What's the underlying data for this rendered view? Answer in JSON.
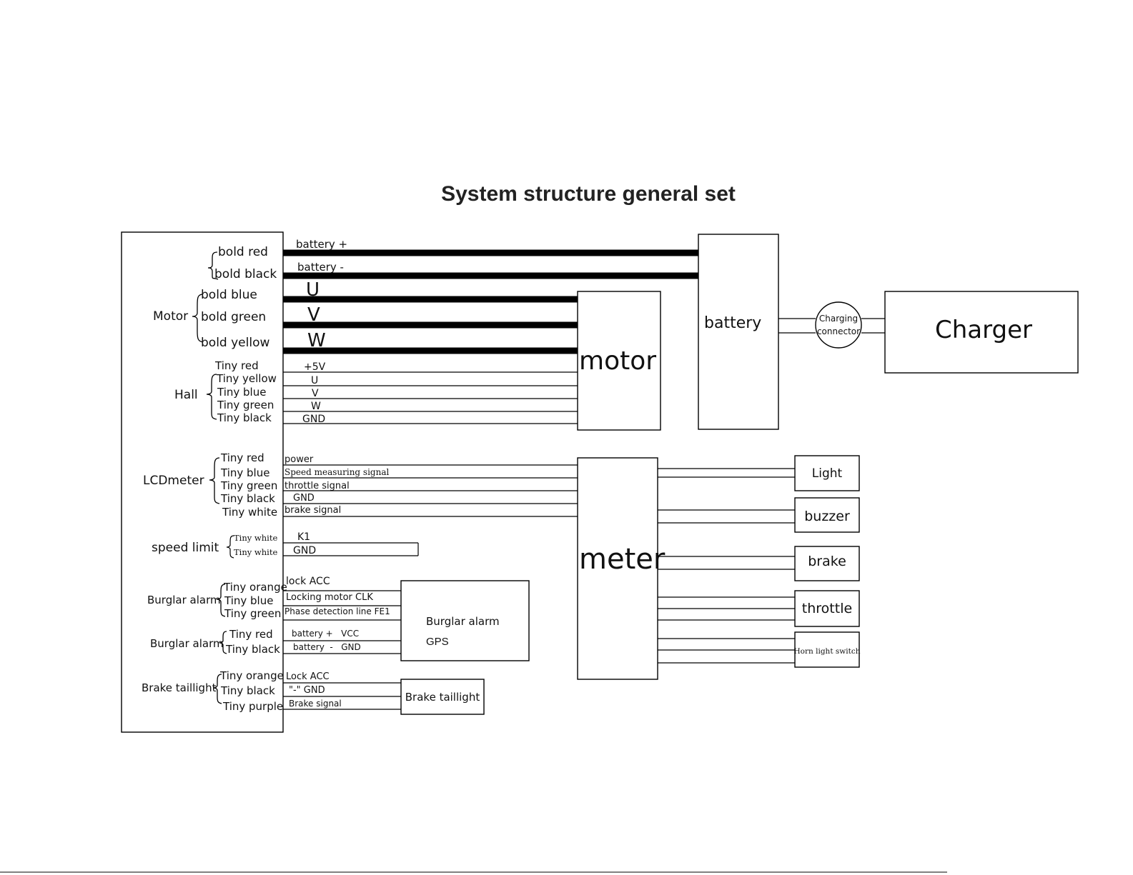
{
  "title": "System structure general set",
  "groups": {
    "motor": "Motor",
    "hall": "Hall",
    "lcd": "LCDmeter",
    "speed": "speed limit",
    "alarm1": "Burglar alarm",
    "alarm2": "Burglar alarm",
    "brake": "Brake taillight"
  },
  "wires": {
    "bold_red": "bold red",
    "bold_black": "bold black",
    "bold_blue": "bold blue",
    "bold_green": "bold green",
    "bold_yellow": "bold yellow",
    "hall": [
      "Tiny red",
      "Tiny yellow",
      "Tiny blue",
      "Tiny green",
      "Tiny black"
    ],
    "lcd": [
      "Tiny red",
      "Tiny blue",
      "Tiny green",
      "Tiny black",
      "Tiny white"
    ],
    "speed": [
      "Tiny white",
      "Tiny white"
    ],
    "alarm1": [
      "Tiny orange",
      "Tiny blue",
      "Tiny green"
    ],
    "alarm2": [
      "Tiny red",
      "Tiny black"
    ],
    "brake": [
      "Tiny orange",
      "Tiny black",
      "Tiny purple"
    ]
  },
  "signals": {
    "battery_plus": "battery +",
    "battery_minus": "battery -",
    "u": "U",
    "v": "V",
    "w": "W",
    "hall": [
      "+5V",
      "U",
      "V",
      "W",
      "GND"
    ],
    "lcd": [
      "power",
      "Speed measuring signal",
      "throttle signal",
      "GND",
      "brake signal"
    ],
    "speed": [
      "K1",
      "GND"
    ],
    "alarm1": [
      "lock ACC",
      "Locking motor CLK",
      "Phase detection line FE1"
    ],
    "alarm2": [
      "battery +   VCC",
      "battery  -   GND"
    ],
    "brake": [
      "Lock ACC",
      "\"-\" GND",
      "Brake signal"
    ]
  },
  "components": {
    "battery": "battery",
    "charging_connector_line1": "Charging",
    "charging_connector_line2": "connector",
    "charger": "Charger",
    "motor": "motor",
    "meter": "meter",
    "light": "Light",
    "buzzer": "buzzer",
    "brake": "brake",
    "throttle": "throttle",
    "horn": "Horn light switch",
    "burglar_alarm": "Burglar alarm",
    "gps": "GPS",
    "brake_taillight": "Brake taillight"
  }
}
